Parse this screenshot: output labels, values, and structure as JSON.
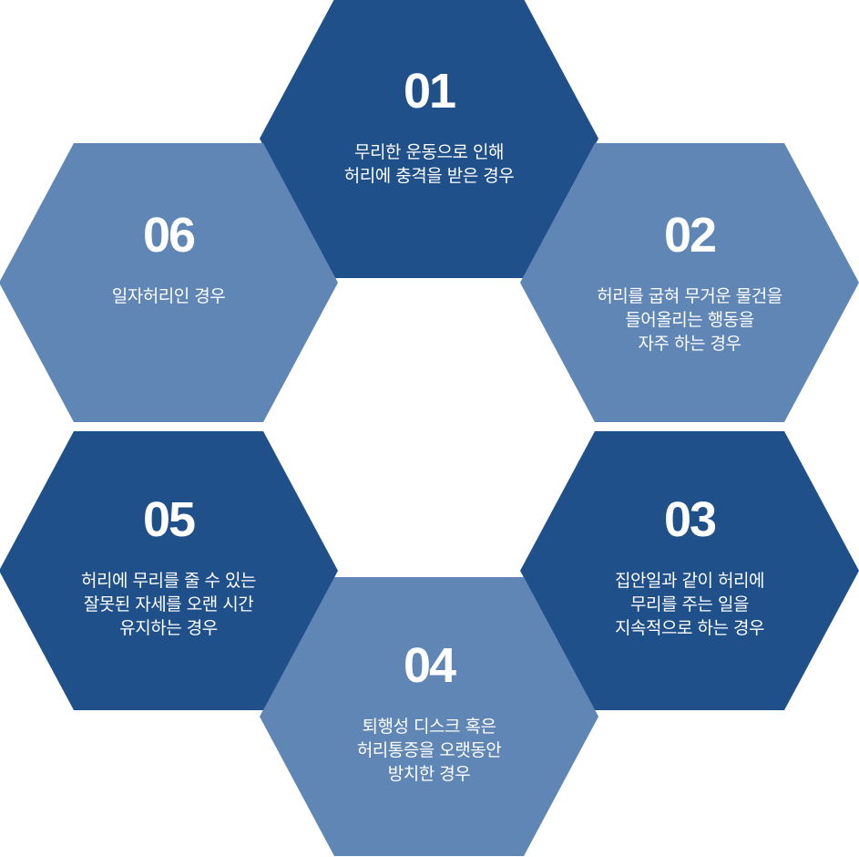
{
  "colors": {
    "dark": "#1f5089",
    "light": "#5f86b4",
    "text": "#ffffff"
  },
  "items": [
    {
      "number": "01",
      "tone": "dark",
      "lines": [
        "무리한 운동으로 인해",
        "허리에 충격을 받은 경우"
      ]
    },
    {
      "number": "02",
      "tone": "light",
      "lines": [
        "허리를 굽혀 무거운 물건을",
        "들어올리는 행동을",
        "자주 하는 경우"
      ]
    },
    {
      "number": "03",
      "tone": "dark",
      "lines": [
        "집안일과 같이 허리에",
        "무리를 주는 일을",
        "지속적으로 하는 경우"
      ]
    },
    {
      "number": "04",
      "tone": "light",
      "lines": [
        "퇴행성 디스크 혹은",
        "허리통증을 오랫동안",
        "방치한 경우"
      ]
    },
    {
      "number": "05",
      "tone": "dark",
      "lines": [
        "허리에 무리를 줄 수 있는",
        "잘못된 자세를 오랜 시간",
        "유지하는 경우"
      ]
    },
    {
      "number": "06",
      "tone": "light",
      "lines": [
        "일자허리인 경우"
      ]
    }
  ]
}
